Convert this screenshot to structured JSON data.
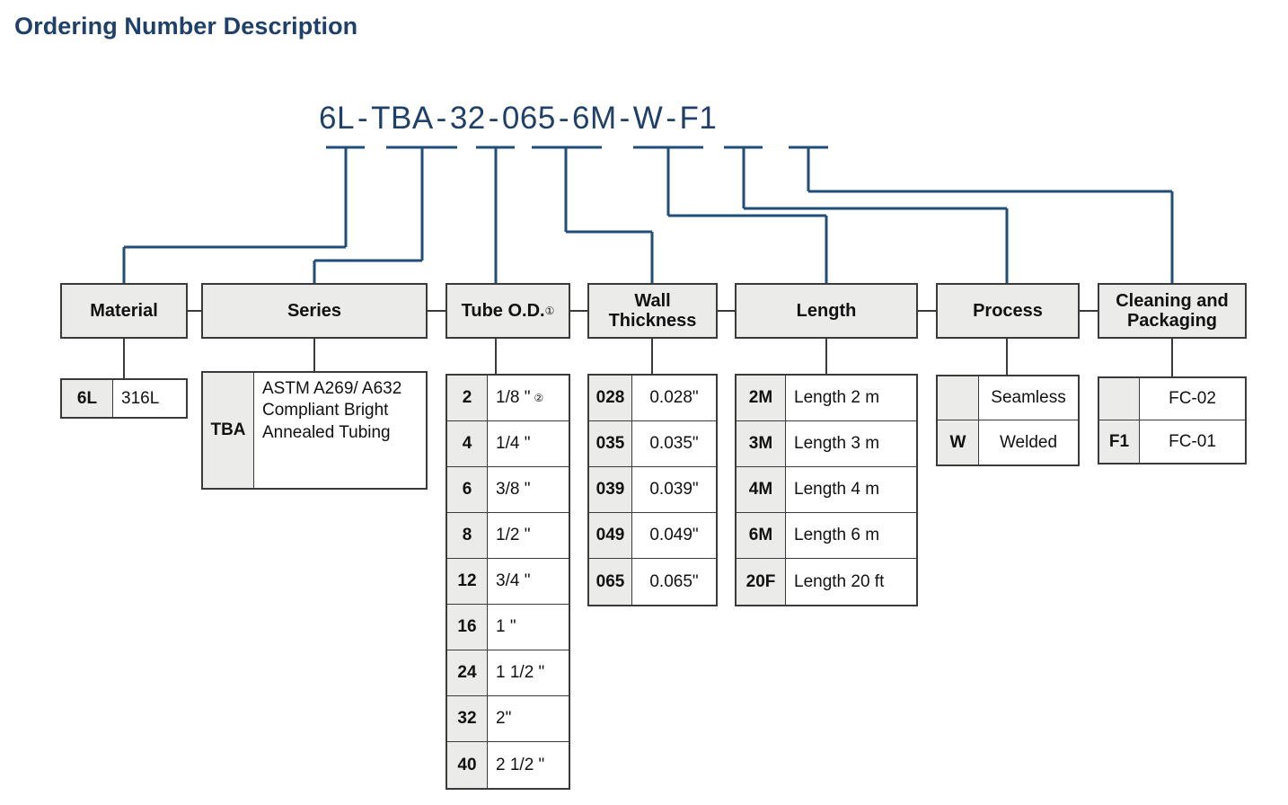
{
  "page": {
    "title": "Ordering Number Description",
    "title_color": "#1f4068",
    "box_fill": "#ebebe9",
    "box_border": "#3a3a3a",
    "connector_color": "#1f4e79"
  },
  "order_number": {
    "segments": [
      "6L",
      "TBA",
      "32",
      "065",
      "6M",
      "W",
      "F1"
    ],
    "separator": "-",
    "full": "6L - TBA - 32 - 065 - 6M - W - F1"
  },
  "categories": [
    {
      "key": "material",
      "label": "Material",
      "superscript": ""
    },
    {
      "key": "series",
      "label": "Series",
      "superscript": ""
    },
    {
      "key": "tube_od",
      "label": "Tube O.D.",
      "superscript": "①"
    },
    {
      "key": "wall",
      "label": "Wall Thickness",
      "superscript": ""
    },
    {
      "key": "length",
      "label": "Length",
      "superscript": ""
    },
    {
      "key": "process",
      "label": "Process",
      "superscript": ""
    },
    {
      "key": "cleaning",
      "label": "Cleaning and Packaging",
      "superscript": ""
    }
  ],
  "tables": {
    "material": {
      "rows": [
        {
          "code": "6L",
          "desc": "316L",
          "sup": ""
        }
      ]
    },
    "series": {
      "rows": [
        {
          "code": "TBA",
          "desc": "ASTM A269/ A632 Compliant Bright Annealed Tubing",
          "sup": ""
        }
      ]
    },
    "tube_od": {
      "rows": [
        {
          "code": "2",
          "desc": "1/8 \"",
          "sup": "②"
        },
        {
          "code": "4",
          "desc": "1/4 \"",
          "sup": ""
        },
        {
          "code": "6",
          "desc": "3/8 \"",
          "sup": ""
        },
        {
          "code": "8",
          "desc": "1/2 \"",
          "sup": ""
        },
        {
          "code": "12",
          "desc": "3/4 \"",
          "sup": ""
        },
        {
          "code": "16",
          "desc": "1 \"",
          "sup": ""
        },
        {
          "code": "24",
          "desc": "1 1/2 \"",
          "sup": ""
        },
        {
          "code": "32",
          "desc": "2\"",
          "sup": ""
        },
        {
          "code": "40",
          "desc": "2 1/2 \"",
          "sup": ""
        }
      ]
    },
    "wall": {
      "rows": [
        {
          "code": "028",
          "desc": "0.028\"",
          "sup": ""
        },
        {
          "code": "035",
          "desc": "0.035\"",
          "sup": ""
        },
        {
          "code": "039",
          "desc": "0.039\"",
          "sup": ""
        },
        {
          "code": "049",
          "desc": "0.049\"",
          "sup": ""
        },
        {
          "code": "065",
          "desc": "0.065\"",
          "sup": ""
        }
      ]
    },
    "length": {
      "rows": [
        {
          "code": "2M",
          "desc": "Length 2 m",
          "sup": ""
        },
        {
          "code": "3M",
          "desc": "Length 3 m",
          "sup": ""
        },
        {
          "code": "4M",
          "desc": "Length 4 m",
          "sup": ""
        },
        {
          "code": "6M",
          "desc": "Length 6 m",
          "sup": ""
        },
        {
          "code": "20F",
          "desc": "Length 20 ft",
          "sup": ""
        }
      ]
    },
    "process": {
      "rows": [
        {
          "code": "",
          "desc": "Seamless",
          "sup": ""
        },
        {
          "code": "W",
          "desc": "Welded",
          "sup": ""
        }
      ]
    },
    "cleaning": {
      "rows": [
        {
          "code": "",
          "desc": "FC-02",
          "sup": ""
        },
        {
          "code": "F1",
          "desc": "FC-01",
          "sup": ""
        }
      ]
    }
  }
}
